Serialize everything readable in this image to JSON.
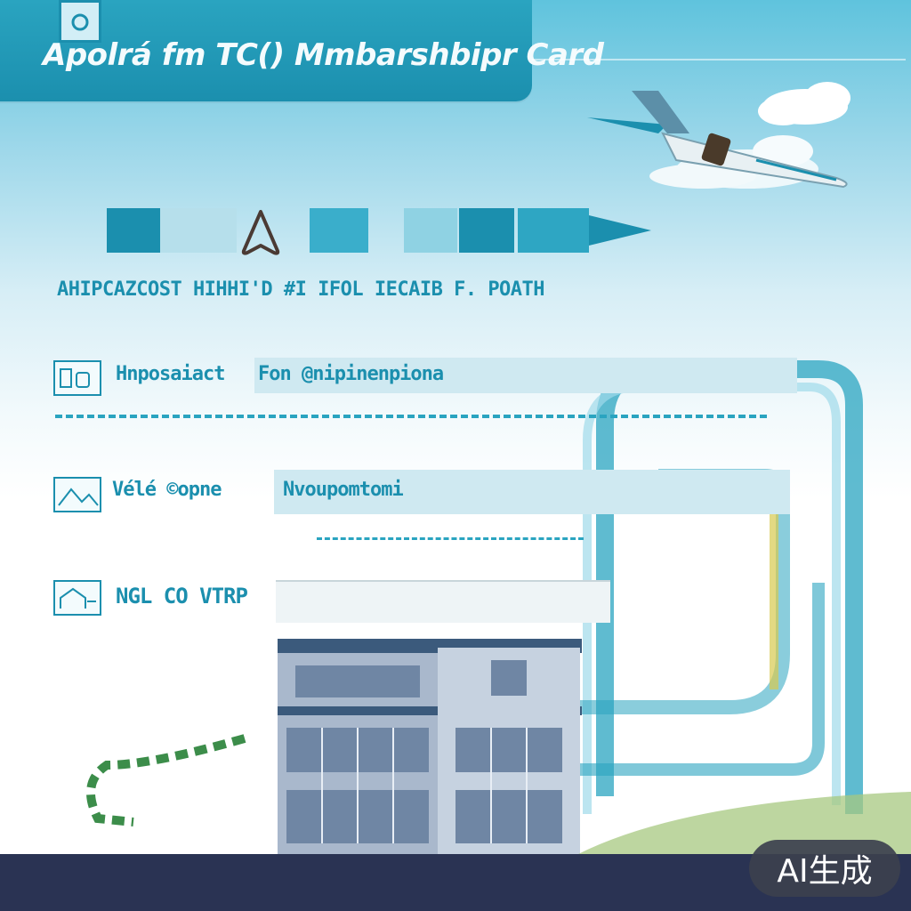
{
  "header": {
    "title": "Apolrá fm TC() Mmbarshbipr Card"
  },
  "toolbar": {
    "card_icon": "card-icon",
    "letter_glyph": "A",
    "pencil_icon": "pencil-arrow-icon"
  },
  "subtitle": "AHIPCAZCOST HIHHI'D #I IFOL IECAIB F. POATH",
  "rows": [
    {
      "icon": "card-id-icon",
      "label": "Hnposaiact",
      "field_text": "Fon @nipinenpiona"
    },
    {
      "icon": "landscape-icon",
      "label": "Vélé ©opne",
      "field_text": "Nvoupomtomi"
    },
    {
      "icon": "house-icon",
      "label": "NGL CO VTRP",
      "field_text": ""
    }
  ],
  "badge": {
    "text": "AI生成"
  },
  "colors": {
    "brand": "#1b8fae",
    "accent": "#2aa4c0",
    "bar": "#2a3353"
  }
}
